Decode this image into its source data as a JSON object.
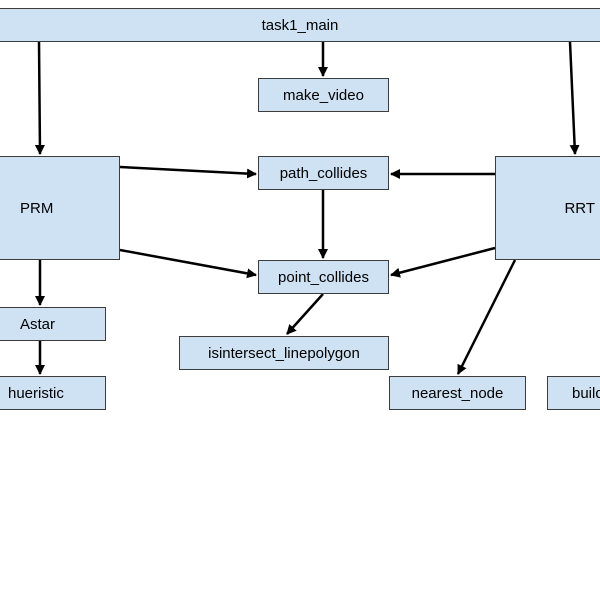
{
  "nodes": {
    "task1_main": "task1_main",
    "make_video": "make_video",
    "prm": "PRM",
    "path_collides": "path_collides",
    "rrt": "RRT",
    "point_collides": "point_collides",
    "astar": "Astar",
    "isintersect_linepolygon": "isintersect_linepolygon",
    "hueristic": "hueristic",
    "nearest_node": "nearest_node",
    "build": "build"
  },
  "edges": [
    {
      "from": "task1_main",
      "to": "prm"
    },
    {
      "from": "task1_main",
      "to": "make_video"
    },
    {
      "from": "task1_main",
      "to": "rrt"
    },
    {
      "from": "prm",
      "to": "path_collides"
    },
    {
      "from": "rrt",
      "to": "path_collides"
    },
    {
      "from": "path_collides",
      "to": "point_collides"
    },
    {
      "from": "prm",
      "to": "point_collides"
    },
    {
      "from": "rrt",
      "to": "point_collides"
    },
    {
      "from": "prm",
      "to": "astar"
    },
    {
      "from": "astar",
      "to": "hueristic"
    },
    {
      "from": "point_collides",
      "to": "isintersect_linepolygon"
    },
    {
      "from": "rrt",
      "to": "nearest_node"
    }
  ],
  "colors": {
    "node_fill": "#cfe2f3",
    "node_border": "#3c3c3c",
    "edge": "#000000"
  }
}
